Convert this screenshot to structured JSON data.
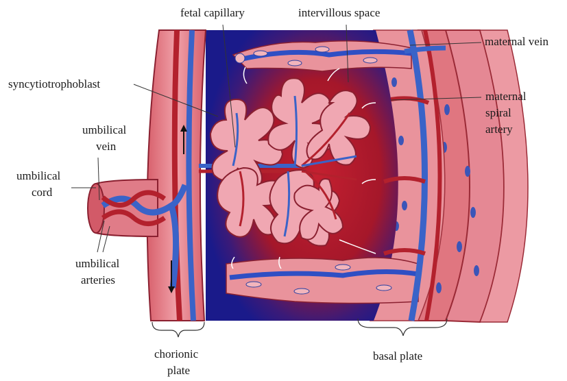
{
  "labels": {
    "fetal_capillary": "fetal capillary",
    "intervillous_space": "intervillous space",
    "maternal_vein": "maternal vein",
    "syncytiotrophoblast": "syncytiotrophoblast",
    "maternal_spiral_artery": [
      "maternal",
      "spiral",
      "artery"
    ],
    "umbilical_vein": [
      "umbilical",
      "vein"
    ],
    "umbilical_cord": [
      "umbilical",
      "cord"
    ],
    "umbilical_arteries": [
      "umbilical",
      "arteries"
    ],
    "chorionic_plate": [
      "chorionic",
      "plate"
    ],
    "basal_plate": "basal plate"
  },
  "colors": {
    "tissue_pink": "#e8818f",
    "tissue_light": "#f2b2b8",
    "artery_red": "#b3212d",
    "vein_blue": "#3a63c8",
    "vein_blue_dark": "#1f2d8a",
    "intervillous_red": "#b51c2a",
    "villus_fill": "#f0a7b2"
  }
}
